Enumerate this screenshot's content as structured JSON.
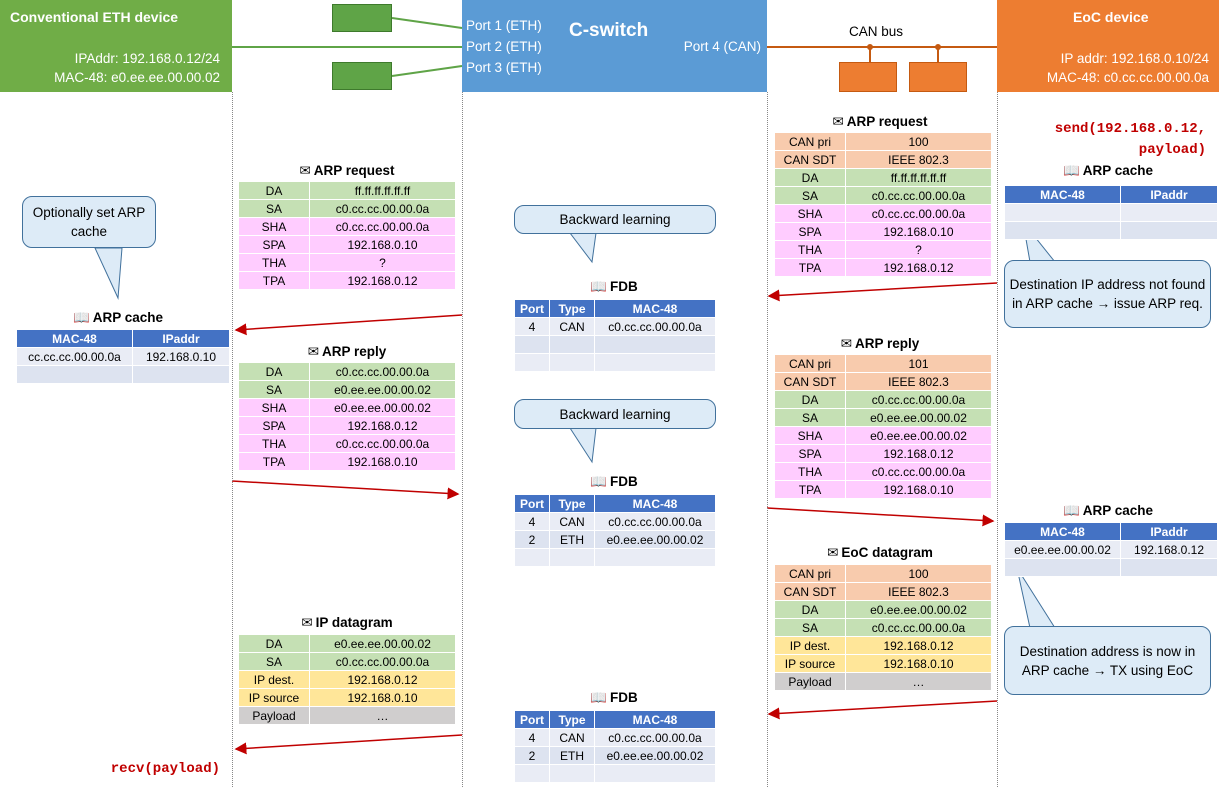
{
  "eth_device": {
    "title": "Conventional ETH device",
    "ip": "IPAddr: 192.168.0.12/24",
    "mac": "MAC-48: e0.ee.ee.00.00.02"
  },
  "switch": {
    "title": "C-switch",
    "port1": "Port 1 (ETH)",
    "port2": "Port 2 (ETH)",
    "port3": "Port 3 (ETH)",
    "port4": "Port 4 (CAN)"
  },
  "can_bus_label": "CAN bus",
  "eoc_device": {
    "title": "EoC device",
    "ip": "IP addr: 192.168.0.10/24",
    "mac": "MAC-48: c0.cc.cc.00.00.0a"
  },
  "send_call": "send(192.168.0.12,\n     payload)",
  "recv_call": "recv(payload)",
  "icons": {
    "envelope": "✉",
    "book": "📖"
  },
  "callouts": {
    "optionally_set": "Optionally set ARP cache",
    "backward1": "Backward learning",
    "backward2": "Backward learning",
    "dest_not_found": "Destination IP address not found in ARP cache → issue ARP req.",
    "dest_now_in": "Destination address is now in ARP cache → TX using EoC"
  },
  "can_arp_request": {
    "title": "ARP request",
    "rows": [
      {
        "k": "CAN pri",
        "v": "100",
        "c": "can"
      },
      {
        "k": "CAN SDT",
        "v": "IEEE 802.3",
        "c": "can"
      },
      {
        "k": "DA",
        "v": "ff.ff.ff.ff.ff.ff",
        "c": "mac"
      },
      {
        "k": "SA",
        "v": "c0.cc.cc.00.00.0a",
        "c": "mac"
      },
      {
        "k": "SHA",
        "v": "c0.cc.cc.00.00.0a",
        "c": "arp"
      },
      {
        "k": "SPA",
        "v": "192.168.0.10",
        "c": "arp"
      },
      {
        "k": "THA",
        "v": "?",
        "c": "arp"
      },
      {
        "k": "TPA",
        "v": "192.168.0.12",
        "c": "arp"
      }
    ]
  },
  "eth_arp_request": {
    "title": "ARP request",
    "rows": [
      {
        "k": "DA",
        "v": "ff.ff.ff.ff.ff.ff",
        "c": "mac"
      },
      {
        "k": "SA",
        "v": "c0.cc.cc.00.00.0a",
        "c": "mac"
      },
      {
        "k": "SHA",
        "v": "c0.cc.cc.00.00.0a",
        "c": "arp"
      },
      {
        "k": "SPA",
        "v": "192.168.0.10",
        "c": "arp"
      },
      {
        "k": "THA",
        "v": "?",
        "c": "arp"
      },
      {
        "k": "TPA",
        "v": "192.168.0.12",
        "c": "arp"
      }
    ]
  },
  "eth_arp_reply": {
    "title": "ARP reply",
    "rows": [
      {
        "k": "DA",
        "v": "c0.cc.cc.00.00.0a",
        "c": "mac"
      },
      {
        "k": "SA",
        "v": "e0.ee.ee.00.00.02",
        "c": "mac"
      },
      {
        "k": "SHA",
        "v": "e0.ee.ee.00.00.02",
        "c": "arp"
      },
      {
        "k": "SPA",
        "v": "192.168.0.12",
        "c": "arp"
      },
      {
        "k": "THA",
        "v": "c0.cc.cc.00.00.0a",
        "c": "arp"
      },
      {
        "k": "TPA",
        "v": "192.168.0.10",
        "c": "arp"
      }
    ]
  },
  "can_arp_reply": {
    "title": "ARP reply",
    "rows": [
      {
        "k": "CAN pri",
        "v": "101",
        "c": "can"
      },
      {
        "k": "CAN SDT",
        "v": "IEEE 802.3",
        "c": "can"
      },
      {
        "k": "DA",
        "v": "c0.cc.cc.00.00.0a",
        "c": "mac"
      },
      {
        "k": "SA",
        "v": "e0.ee.ee.00.00.02",
        "c": "mac"
      },
      {
        "k": "SHA",
        "v": "e0.ee.ee.00.00.02",
        "c": "arp"
      },
      {
        "k": "SPA",
        "v": "192.168.0.12",
        "c": "arp"
      },
      {
        "k": "THA",
        "v": "c0.cc.cc.00.00.0a",
        "c": "arp"
      },
      {
        "k": "TPA",
        "v": "192.168.0.10",
        "c": "arp"
      }
    ]
  },
  "eoc_datagram": {
    "title": "EoC datagram",
    "rows": [
      {
        "k": "CAN pri",
        "v": "100",
        "c": "can"
      },
      {
        "k": "CAN SDT",
        "v": "IEEE 802.3",
        "c": "can"
      },
      {
        "k": "DA",
        "v": "e0.ee.ee.00.00.02",
        "c": "mac"
      },
      {
        "k": "SA",
        "v": "c0.cc.cc.00.00.0a",
        "c": "mac"
      },
      {
        "k": "IP dest.",
        "v": "192.168.0.12",
        "c": "ip"
      },
      {
        "k": "IP source",
        "v": "192.168.0.10",
        "c": "ip"
      },
      {
        "k": "Payload",
        "v": "…",
        "c": "pay"
      }
    ]
  },
  "ip_datagram": {
    "title": "IP datagram",
    "rows": [
      {
        "k": "DA",
        "v": "e0.ee.ee.00.00.02",
        "c": "mac"
      },
      {
        "k": "SA",
        "v": "c0.cc.cc.00.00.0a",
        "c": "mac"
      },
      {
        "k": "IP dest.",
        "v": "192.168.0.12",
        "c": "ip"
      },
      {
        "k": "IP source",
        "v": "192.168.0.10",
        "c": "ip"
      },
      {
        "k": "Payload",
        "v": "…",
        "c": "pay"
      }
    ]
  },
  "eth_arp_cache": {
    "title": "ARP cache",
    "headers": [
      "MAC-48",
      "IPaddr"
    ],
    "rows": [
      [
        "cc.cc.cc.00.00.0a",
        "192.168.0.10"
      ],
      [
        "",
        ""
      ]
    ]
  },
  "eoc_arp_cache1": {
    "title": "ARP cache",
    "headers": [
      "MAC-48",
      "IPaddr"
    ],
    "rows": [
      [
        "",
        ""
      ],
      [
        "",
        ""
      ]
    ]
  },
  "eoc_arp_cache2": {
    "title": "ARP cache",
    "headers": [
      "MAC-48",
      "IPaddr"
    ],
    "rows": [
      [
        "e0.ee.ee.00.00.02",
        "192.168.0.12"
      ],
      [
        "",
        ""
      ]
    ]
  },
  "fdb1": {
    "title": "FDB",
    "headers": [
      "Port",
      "Type",
      "MAC-48"
    ],
    "rows": [
      [
        "4",
        "CAN",
        "c0.cc.cc.00.00.0a"
      ],
      [
        "",
        "",
        ""
      ],
      [
        "",
        "",
        ""
      ]
    ]
  },
  "fdb2": {
    "title": "FDB",
    "headers": [
      "Port",
      "Type",
      "MAC-48"
    ],
    "rows": [
      [
        "4",
        "CAN",
        "c0.cc.cc.00.00.0a"
      ],
      [
        "2",
        "ETH",
        "e0.ee.ee.00.00.02"
      ],
      [
        "",
        "",
        ""
      ]
    ]
  },
  "fdb3": {
    "title": "FDB",
    "headers": [
      "Port",
      "Type",
      "MAC-48"
    ],
    "rows": [
      [
        "4",
        "CAN",
        "c0.cc.cc.00.00.0a"
      ],
      [
        "2",
        "ETH",
        "e0.ee.ee.00.00.02"
      ],
      [
        "",
        "",
        ""
      ]
    ]
  }
}
